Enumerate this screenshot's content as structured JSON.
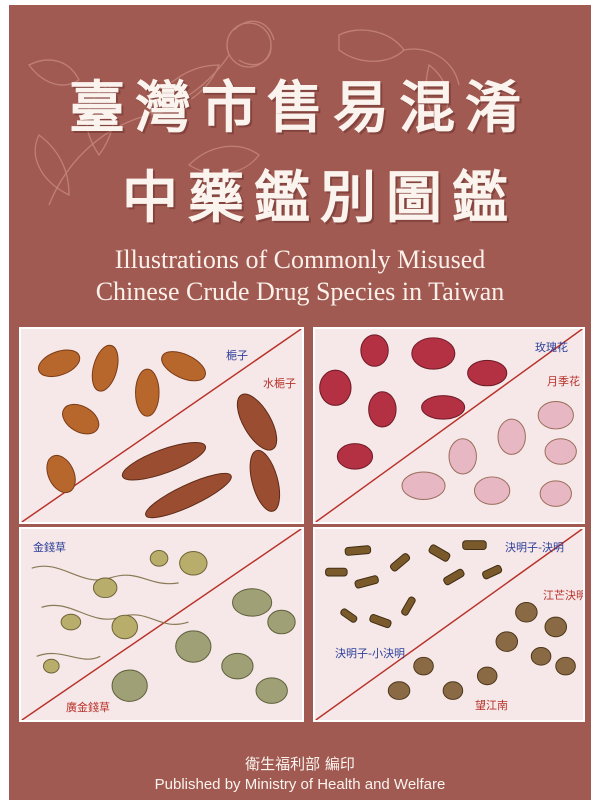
{
  "cover": {
    "title_line1": "臺灣市售易混淆",
    "title_line2": "中藥鑑別圖鑑",
    "subtitle_line1": "Illustrations of Commonly Misused",
    "subtitle_line2": "Chinese Crude Drug Species in Taiwan",
    "publisher_cn": "衛生福利部 編印",
    "publisher_en": "Published by Ministry of Health and Welfare"
  },
  "panels": [
    {
      "label_a": "梔子",
      "label_b": "水梔子"
    },
    {
      "label_a": "玫瑰花",
      "label_b": "月季花"
    },
    {
      "label_a": "金錢草",
      "label_b": "廣金錢草"
    },
    {
      "label_a": "決明子-決明",
      "label_b": "江芒決明",
      "label_c": "決明子-小決明",
      "label_d": "望江南"
    }
  ],
  "colors": {
    "background": "#a05a52",
    "panel": "#f6e8e8",
    "label_blue": "#2d3f9a",
    "label_red": "#b8322a"
  }
}
